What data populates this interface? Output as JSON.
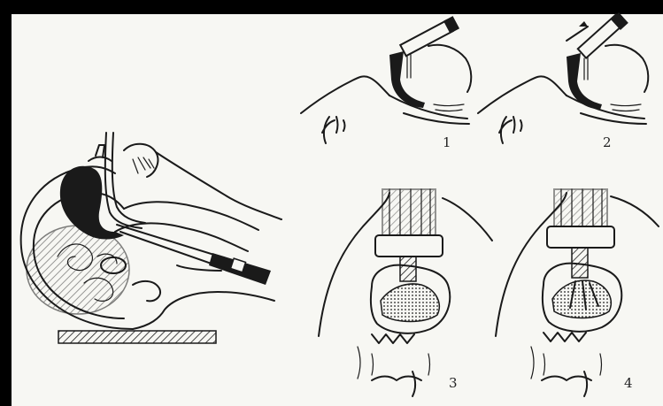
{
  "panels": {
    "step1": {
      "label": "1"
    },
    "step2": {
      "label": "2"
    },
    "step3": {
      "label": "3"
    },
    "step4": {
      "label": "4"
    }
  },
  "colors": {
    "background": "#000000",
    "paper": "#f7f7f3",
    "ink": "#1a1a1a"
  }
}
